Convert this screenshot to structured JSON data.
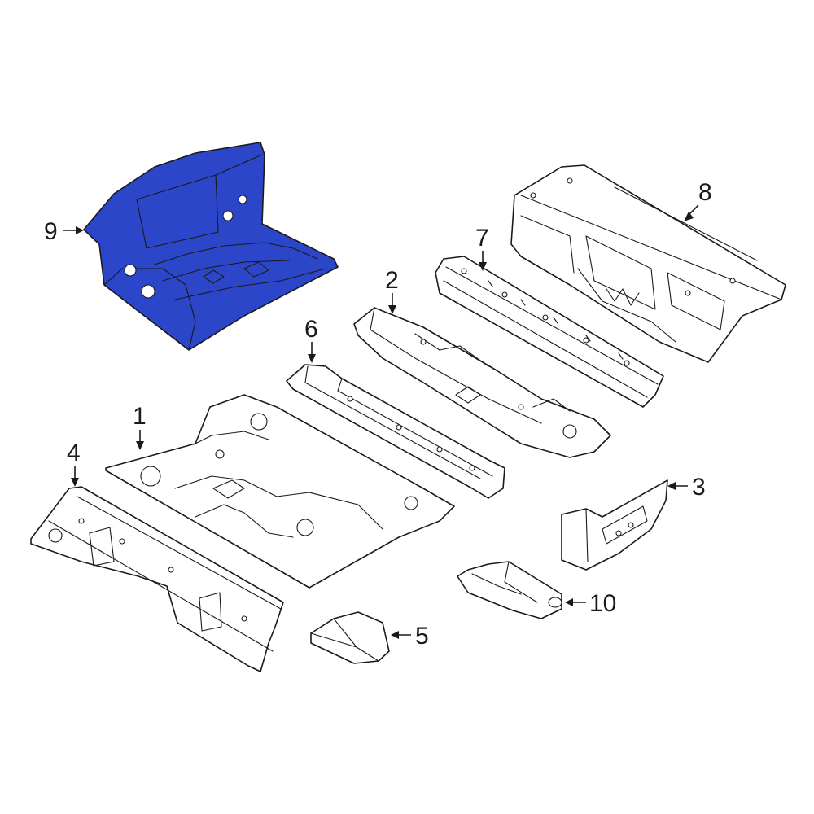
{
  "colors": {
    "highlight": "#2b46c8",
    "line": "#1a1a1a",
    "background": "#ffffff"
  },
  "callouts": {
    "c1": "1",
    "c2": "2",
    "c3": "3",
    "c4": "4",
    "c5": "5",
    "c6": "6",
    "c7": "7",
    "c8": "8",
    "c9": "9",
    "c10": "10"
  },
  "highlighted_part": "9"
}
